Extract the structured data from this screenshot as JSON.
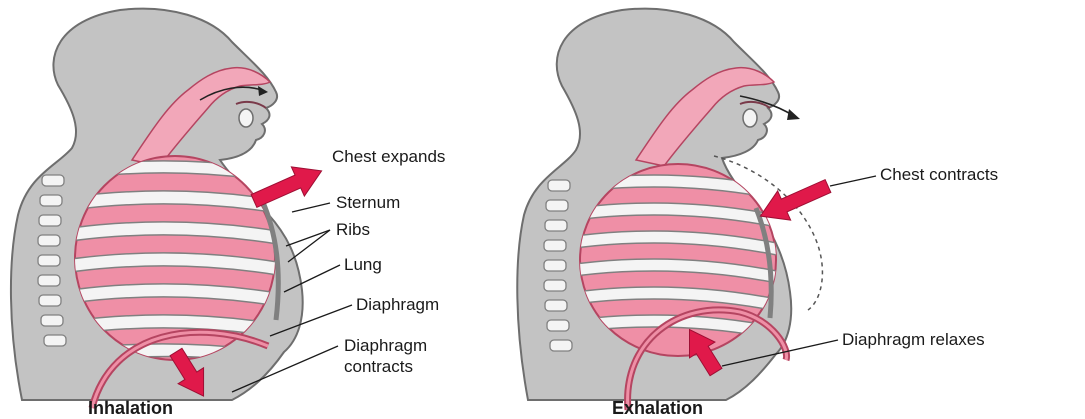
{
  "colors": {
    "body": "#c3c3c3",
    "outline": "#6e6e6e",
    "lung": "#ef8fa6",
    "lung_stroke": "#b54561",
    "rib": "#f4f4f4",
    "rib_stroke": "#808080",
    "arrow": "#e0194a",
    "airway": "#f2a7b9",
    "text": "#1a1a1a"
  },
  "inhalation": {
    "caption": "Inhalation",
    "labels": {
      "chest": "Chest expands",
      "sternum": "Sternum",
      "ribs": "Ribs",
      "lung": "Lung",
      "diaphragm": "Diaphragm",
      "diaphragm_action_1": "Diaphragm",
      "diaphragm_action_2": "contracts"
    }
  },
  "exhalation": {
    "caption": "Exhalation",
    "labels": {
      "chest": "Chest contracts",
      "diaphragm_action": "Diaphragm relaxes"
    }
  }
}
